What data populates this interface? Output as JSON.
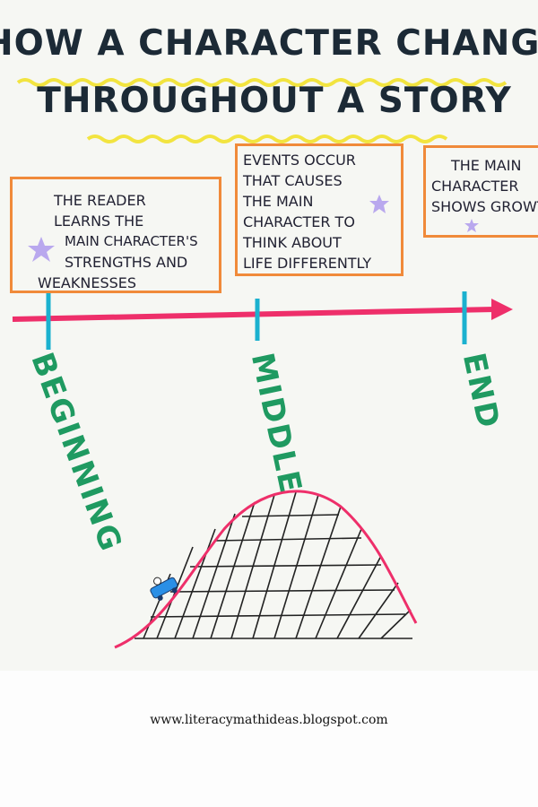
{
  "poster": {
    "title_line1": "HOW A CHARACTER CHANGES",
    "title_line2": "THROUGHOUT A STORY",
    "colors": {
      "title": "#1c2a36",
      "squiggle": "#f2e440",
      "box_border": "#f08a3a",
      "timeline": "#ee2f6a",
      "ticks": "#1bb1cf",
      "labels": "#1f9a61",
      "star": "#b9a8ee",
      "coaster_car": "#2a8fe6"
    },
    "boxes": [
      {
        "lines": [
          "THE READER",
          "LEARNS THE",
          "MAIN CHARACTER'S",
          "STRENGTHS AND",
          "WEAKNESSES"
        ]
      },
      {
        "lines": [
          "EVENTS OCCUR",
          "THAT CAUSES",
          "THE MAIN",
          "CHARACTER TO",
          "THINK ABOUT",
          "LIFE DIFFERENTLY"
        ]
      },
      {
        "lines": [
          "THE MAIN",
          "CHARACTER",
          "SHOWS GROWTH"
        ]
      }
    ],
    "timeline_labels": {
      "beginning": "BEGINNING",
      "middle": "MIDDLE",
      "end": "END"
    },
    "icons": [
      "star-icon",
      "roller-coaster-icon",
      "arrow-icon"
    ]
  },
  "footer": {
    "url": "www.literacymathideas.blogspot.com"
  }
}
